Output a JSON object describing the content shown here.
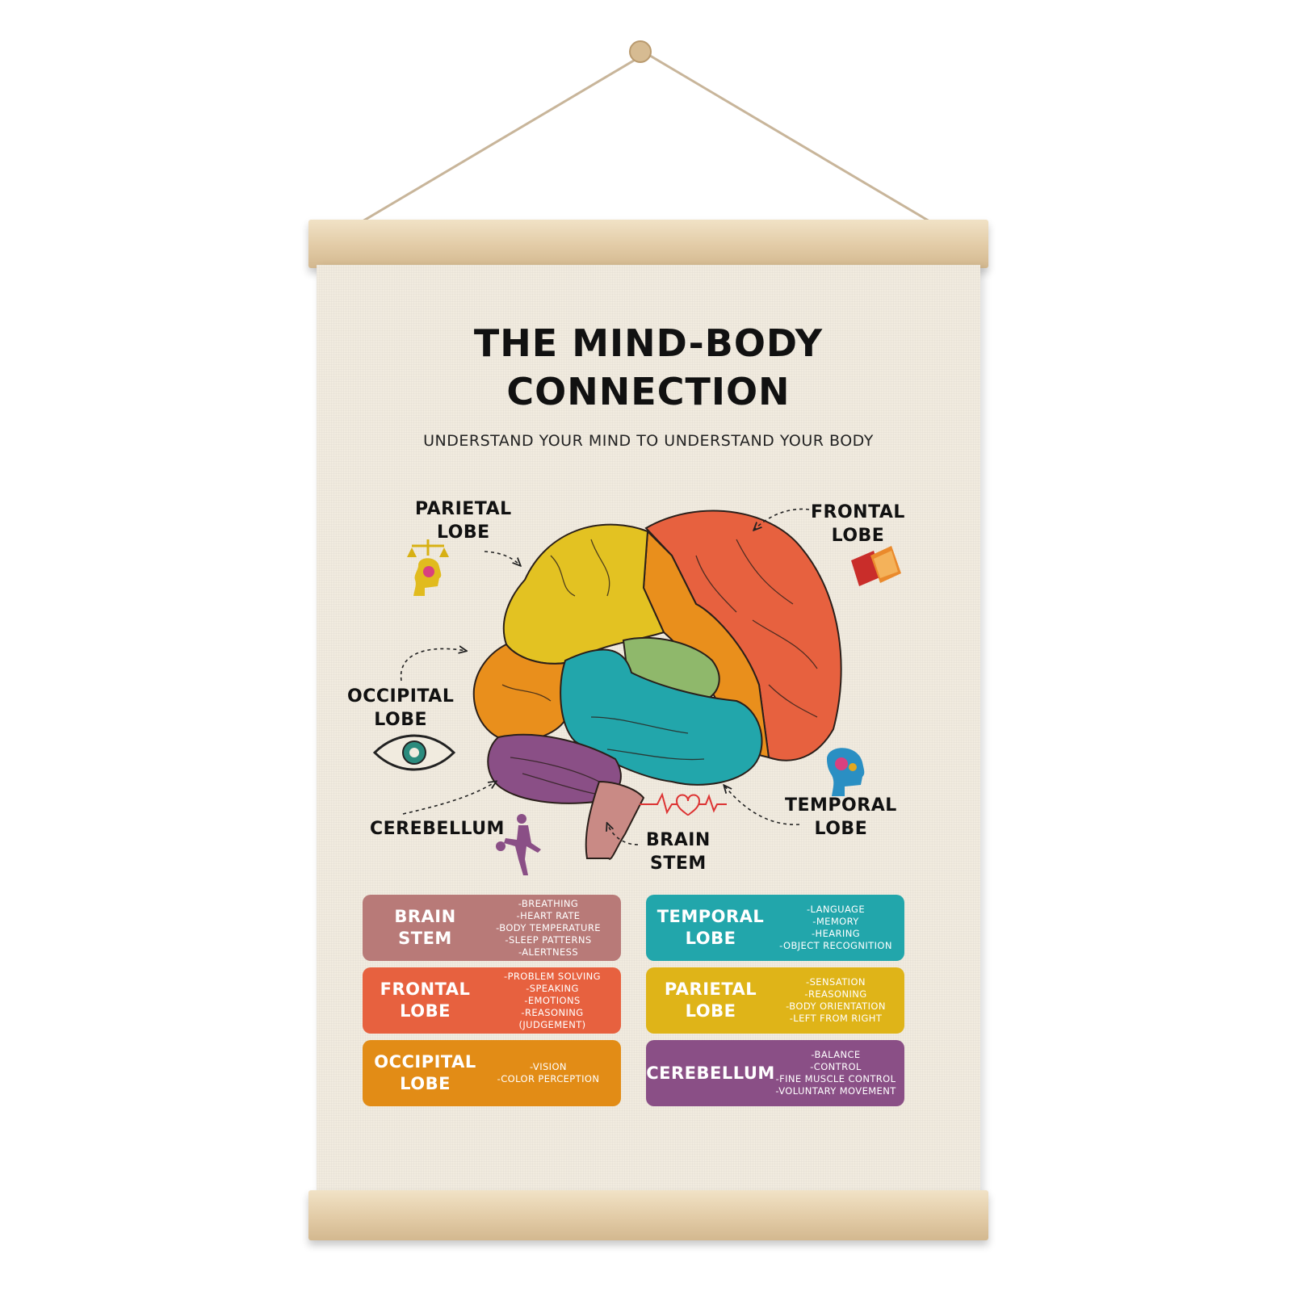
{
  "poster": {
    "title_line1": "THE MIND-BODY",
    "title_line2": "CONNECTION",
    "subtitle": "UNDERSTAND YOUR MIND TO UNDERSTAND YOUR BODY"
  },
  "labels": {
    "parietal": [
      "PARIETAL",
      "LOBE"
    ],
    "frontal": [
      "FRONTAL",
      "LOBE"
    ],
    "occipital": [
      "OCCIPITAL",
      "LOBE"
    ],
    "temporal": [
      "TEMPORAL",
      "LOBE"
    ],
    "cerebellum": [
      "CEREBELLUM"
    ],
    "brain_stem": [
      "BRAIN",
      "STEM"
    ]
  },
  "cards": [
    {
      "title_lines": [
        "BRAIN",
        "STEM"
      ],
      "items": [
        "-BREATHING",
        "-HEART RATE",
        "-BODY TEMPERATURE",
        "-SLEEP PATTERNS",
        "-ALERTNESS"
      ],
      "color": "#b87a78"
    },
    {
      "title_lines": [
        "TEMPORAL",
        "LOBE"
      ],
      "items": [
        "-LANGUAGE",
        "-MEMORY",
        "-HEARING",
        "-OBJECT RECOGNITION"
      ],
      "color": "#22a6ab"
    },
    {
      "title_lines": [
        "FRONTAL",
        "LOBE"
      ],
      "items": [
        "-PROBLEM SOLVING",
        "-SPEAKING",
        "-EMOTIONS",
        "-REASONING (JUDGEMENT)"
      ],
      "color": "#e7613f"
    },
    {
      "title_lines": [
        "PARIETAL",
        "LOBE"
      ],
      "items": [
        "-SENSATION",
        "-REASONING",
        "-BODY ORIENTATION",
        "-LEFT FROM RIGHT"
      ],
      "color": "#dfb418"
    },
    {
      "title_lines": [
        "OCCIPITAL",
        "LOBE"
      ],
      "items": [
        "-VISION",
        "-COLOR PERCEPTION"
      ],
      "color": "#e28c16"
    },
    {
      "title_lines": [
        "CEREBELLUM"
      ],
      "items": [
        "-BALANCE",
        "-CONTROL",
        "-FINE MUSCLE CONTROL",
        "-VOLUNTARY MOVEMENT"
      ],
      "color": "#8a4f86"
    }
  ],
  "colors": {
    "frontal": "#e7613f",
    "parietal": "#e3c222",
    "occipital": "#e98f1c",
    "temporal": "#22a6ab",
    "cerebellum": "#8a4f86",
    "brain_stem": "#c98a85",
    "motor_strip": "#8fb86b"
  },
  "icons": [
    "scales-head-icon",
    "books-icon",
    "eye-icon",
    "head-gears-icon",
    "heartbeat-icon",
    "soccer-player-icon"
  ]
}
